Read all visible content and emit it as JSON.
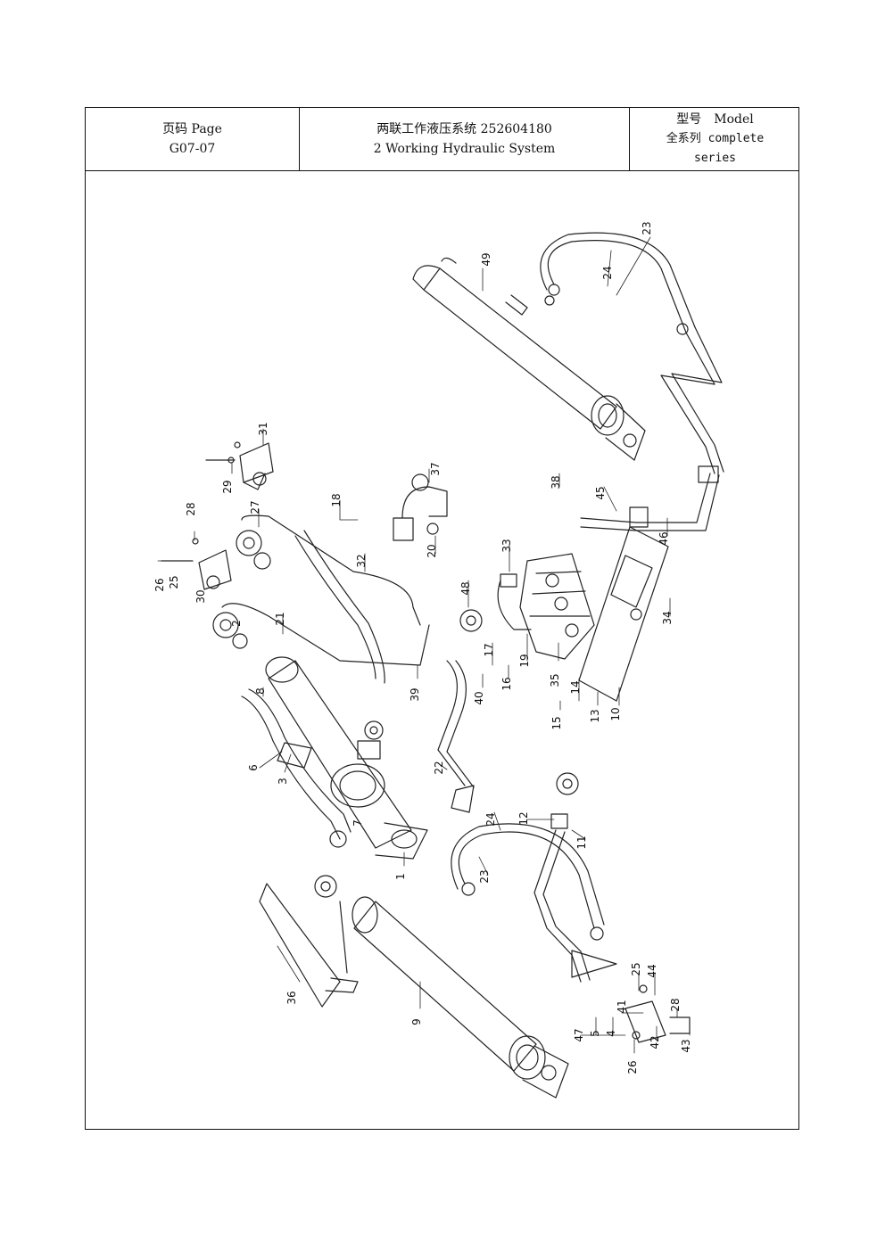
{
  "header": {
    "page_label": "页码 Page",
    "page_number": "G07-07",
    "title_cn": "两联工作液压系统 252604180",
    "title_en": "2 Working Hydraulic System",
    "model_label": "型号　Model",
    "model_value_1": "全系列 complete",
    "model_value_2": "series"
  },
  "callouts": [
    "49",
    "23",
    "24",
    "31",
    "29",
    "37",
    "18",
    "38",
    "45",
    "27",
    "28",
    "32",
    "33",
    "20",
    "26",
    "25",
    "30",
    "48",
    "21",
    "46",
    "2",
    "34",
    "17",
    "39",
    "16",
    "40",
    "19",
    "35",
    "14",
    "15",
    "13",
    "10",
    "8",
    "6",
    "3",
    "22",
    "24",
    "12",
    "11",
    "23",
    "1",
    "36",
    "9",
    "25",
    "44",
    "41",
    "28",
    "47",
    "5",
    "4",
    "42",
    "43",
    "26",
    "7"
  ]
}
